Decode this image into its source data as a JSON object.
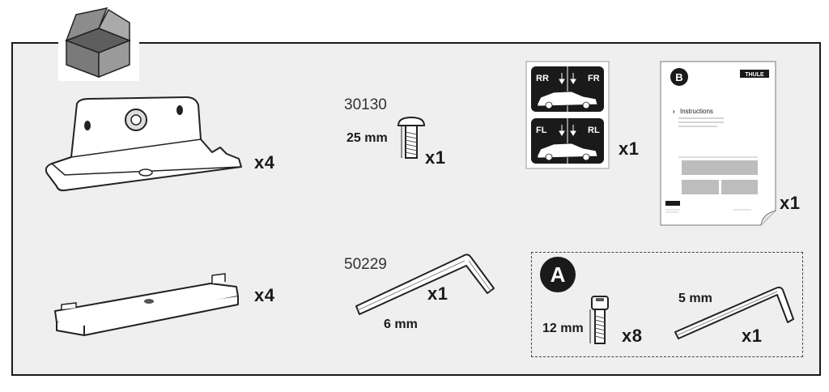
{
  "row1": {
    "bracket": {
      "quantity": "x4"
    },
    "bolt": {
      "part_number": "30130",
      "length": "25 mm",
      "quantity": "x1"
    },
    "position_labels": {
      "top_left": "RR",
      "top_right": "FR",
      "bottom_left": "FL",
      "bottom_right": "RL",
      "quantity": "x1"
    },
    "instructions": {
      "badge": "B",
      "brand": "THULE",
      "heading": "Instructions",
      "quantity": "x1"
    }
  },
  "row2": {
    "clamp_plate": {
      "quantity": "x4"
    },
    "hex_key": {
      "part_number": "50229",
      "size": "6 mm",
      "quantity": "x1"
    },
    "kit_a": {
      "badge": "A",
      "screw": {
        "length": "12 mm",
        "quantity": "x8"
      },
      "hex_key": {
        "size": "5 mm",
        "quantity": "x1"
      }
    }
  },
  "colors": {
    "background": "#efefef",
    "frame": "#1a1a1a",
    "label_card": "#1a1a1a"
  }
}
